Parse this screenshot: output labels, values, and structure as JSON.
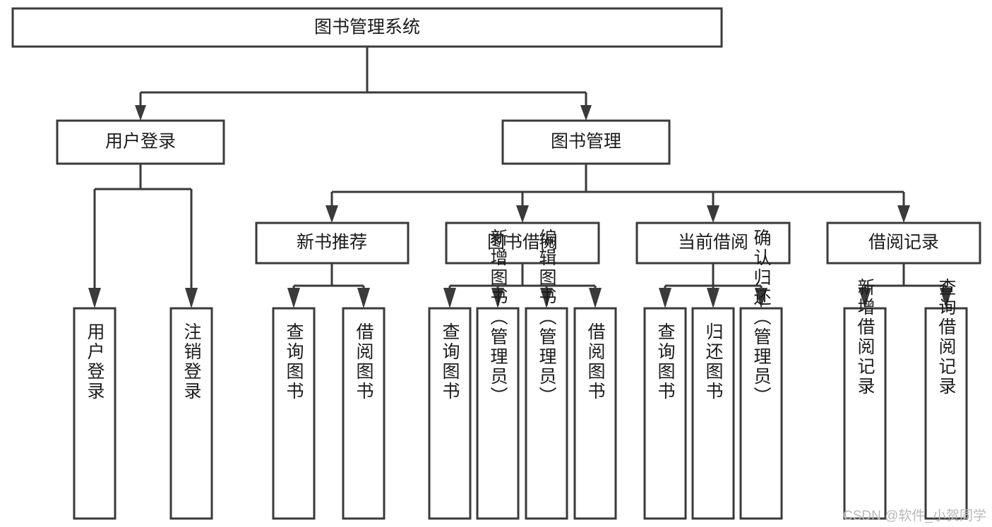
{
  "diagram": {
    "type": "tree-hierarchy",
    "title": "图书管理系统",
    "orientation": "top-down",
    "colors": {
      "box_stroke": "#3a3a3a",
      "box_fill": "#ffffff",
      "text": "#1b1b1b",
      "connector": "#3a3a3a",
      "background": "#ffffff",
      "watermark": "#b9b9b9"
    },
    "levels": {
      "root": {
        "label": "图书管理系统"
      },
      "level2": [
        {
          "label": "用户登录"
        },
        {
          "label": "图书管理"
        }
      ],
      "level3": [
        {
          "label": "新书推荐"
        },
        {
          "label": "图书借阅"
        },
        {
          "label": "当前借阅"
        },
        {
          "label": "借阅记录"
        }
      ],
      "leaves": {
        "user_login": [
          {
            "label": "用户登录"
          },
          {
            "label": "注销登录"
          }
        ],
        "new_book_recommend": [
          {
            "label": "查询图书"
          },
          {
            "label": "借阅图书"
          }
        ],
        "book_borrow": [
          {
            "label": "查询图书"
          },
          {
            "label": "新增图书（管理员）"
          },
          {
            "label": "编辑图书（管理员）"
          },
          {
            "label": "借阅图书"
          }
        ],
        "current_borrow": [
          {
            "label": "查询图书"
          },
          {
            "label": "归还图书"
          },
          {
            "label": "确认归还（管理员）"
          }
        ],
        "borrow_record": [
          {
            "label": "新增借阅记录"
          },
          {
            "label": "查询借阅记录"
          }
        ]
      }
    }
  },
  "watermark": {
    "text": "CSDN @软件_小贺同学"
  }
}
